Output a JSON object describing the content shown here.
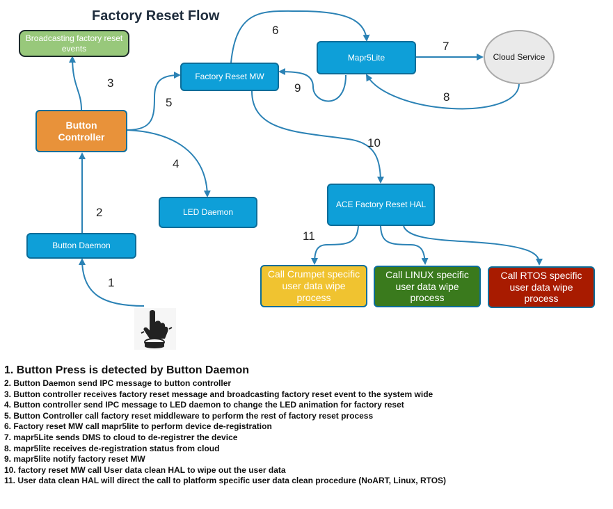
{
  "title": "Factory Reset Flow",
  "nodes": {
    "broadcasting": "Broadcasting factory reset events",
    "button_controller": "Button Controller",
    "button_daemon": "Button Daemon",
    "led_daemon": "LED Daemon",
    "factory_reset_mw": "Factory Reset MW",
    "mapr5lite": "Mapr5Lite",
    "cloud_service": "Cloud Service",
    "ace_hal": "ACE Factory Reset HAL",
    "crumpet": "Call Crumpet specific user data wipe process",
    "linux": "Call LINUX specific user data wipe process",
    "rtos": "Call RTOS specific user data wipe process"
  },
  "icons": {
    "button_press": "finger-press-button-icon"
  },
  "steps": [
    "1",
    "2",
    "3",
    "4",
    "5",
    "6",
    "7",
    "8",
    "9",
    "10",
    "11"
  ],
  "notes": [
    "1. Button Press is detected by Button Daemon",
    "2. Button Daemon send IPC message to button controller",
    "3. Button controller receives factory reset message and broadcasting factory reset event to the system wide",
    "4. Button controller send IPC message to LED daemon to change the LED animation for factory reset",
    "5. Button Controller call factory reset middleware to perform the rest of factory reset process",
    "6. Factory reset MW call mapr5lite to perform device de-registration",
    "7. mapr5Lite sends DMS to cloud to de-registrer the device",
    "8. mapr5lite receives de-registration status from cloud",
    "9. mapr5lite notify factory reset MW",
    "10. factory reset MW call User data clean HAL to wipe out the user data",
    "11. User data clean HAL will direct the call to platform specific user data clean procedure (NoART, Linux, RTOS)"
  ],
  "colors": {
    "edge": "#2b82b5",
    "blue_box": "#0e9fd8",
    "orange_box": "#e8923a",
    "light_green_box": "#98c87b",
    "yellow_box": "#f0c330",
    "dark_green_box": "#3a7a1d",
    "red_box": "#a81b00"
  }
}
